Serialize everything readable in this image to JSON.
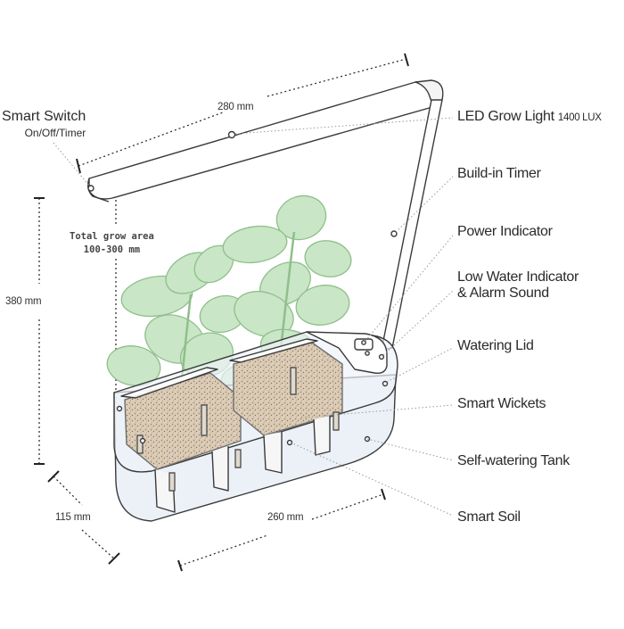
{
  "callouts": {
    "smart_switch": "Smart Switch",
    "smart_switch_sub": "On/Off/Timer",
    "led_grow_light": "LED Grow Light",
    "led_grow_light_lux": "1400 LUX",
    "build_in_timer": "Build-in Timer",
    "power_indicator": "Power Indicator",
    "low_water_line1": "Low Water Indicator",
    "low_water_line2": "& Alarm Sound",
    "watering_lid": "Watering Lid",
    "smart_wickets": "Smart Wickets",
    "self_watering_tank": "Self-watering Tank",
    "smart_soil": "Smart Soil"
  },
  "dimensions": {
    "lamp_width": "280 mm",
    "height": "380 mm",
    "depth": "115 mm",
    "base_length": "260 mm"
  },
  "grow_area": {
    "line1": "Total grow area",
    "line2": "100-300 mm"
  },
  "colors": {
    "leaf_fill": "#c9e6c6",
    "leaf_stroke": "#8fbf8a",
    "soil": "#d9cbb9",
    "tank_tint": "#e6ecf4",
    "outline": "#3a3a3a"
  }
}
